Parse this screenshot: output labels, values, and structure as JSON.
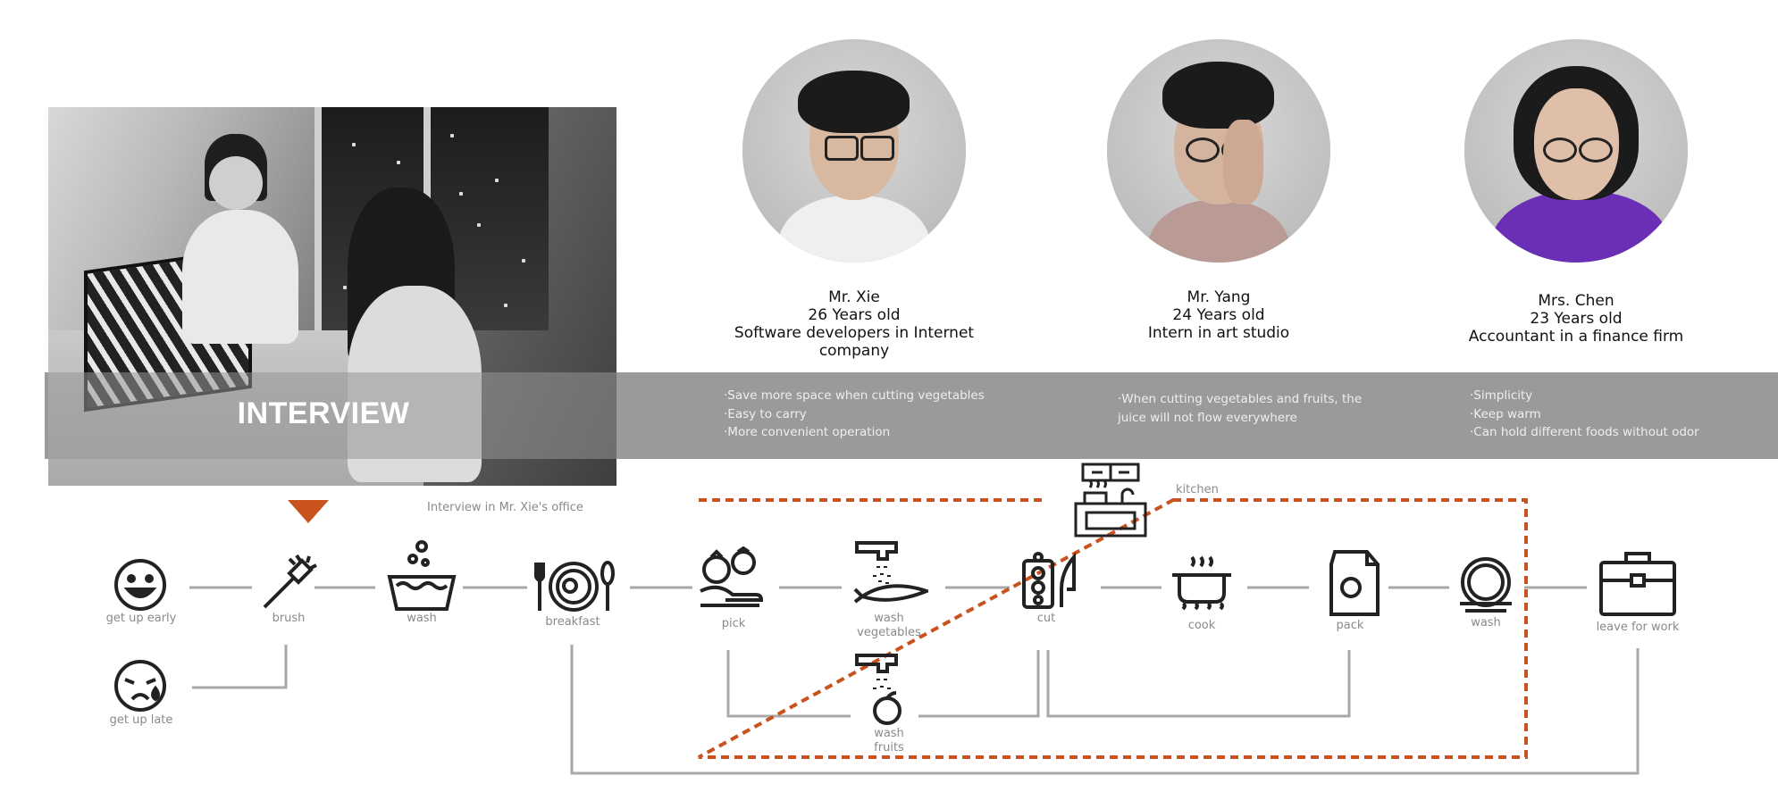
{
  "interview": {
    "title": "INTERVIEW",
    "caption": "Interview in Mr. Xie's office"
  },
  "people": [
    {
      "name": "Mr. Xie",
      "age": "26 Years old",
      "role": "Software developers in Internet company",
      "needs": [
        "·Save more space when cutting vegetables",
        "·Easy to carry",
        "·More convenient operation"
      ]
    },
    {
      "name": "Mr. Yang",
      "age": "24 Years old",
      "role": "Intern in art studio",
      "needs": [
        "·When cutting vegetables and fruits, the",
        "juice will not flow everywhere"
      ]
    },
    {
      "name": "Mrs. Chen",
      "age": "23 Years old",
      "role": "Accountant in a finance firm",
      "needs": [
        "·Simplicity",
        "·Keep warm",
        "·Can hold different foods without odor"
      ]
    }
  ],
  "flow": {
    "kitchen_label": "kitchen",
    "steps": {
      "get_up_early": "get up early",
      "get_up_late": "get up late",
      "brush": "brush",
      "wash_face": "wash",
      "breakfast": "breakfast",
      "pick": "pick",
      "wash_vegetables": "wash\nvegetables",
      "wash_fruits": "wash\nfruits",
      "cut": "cut",
      "cook": "cook",
      "pack": "pack",
      "wash_dishes": "wash",
      "leave_for_work": "leave for work"
    }
  },
  "colors": {
    "accent": "#c8531e",
    "line": "#a8a8a8",
    "band": "#9a9a9a",
    "icon": "#222222"
  }
}
